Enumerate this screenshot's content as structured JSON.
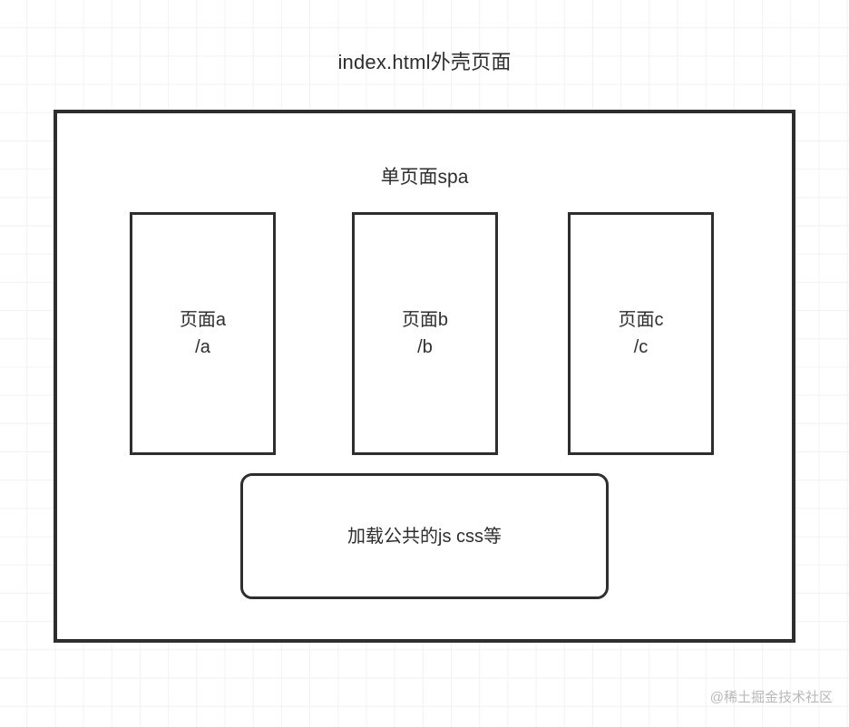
{
  "diagram": {
    "title": "index.html外壳页面",
    "shell": {
      "label": "单页面spa",
      "pages": [
        {
          "name": "页面a",
          "route": "/a"
        },
        {
          "name": "页面b",
          "route": "/b"
        },
        {
          "name": "页面c",
          "route": "/c"
        }
      ],
      "common": {
        "label": "加载公共的js css等"
      }
    }
  },
  "watermark": {
    "text": "@稀土掘金技术社区"
  },
  "colors": {
    "stroke": "#2e2e2e",
    "text": "#2e2e2e",
    "grid": "#f2f2f2",
    "background": "#ffffff",
    "watermark": "#b8b8b8"
  }
}
